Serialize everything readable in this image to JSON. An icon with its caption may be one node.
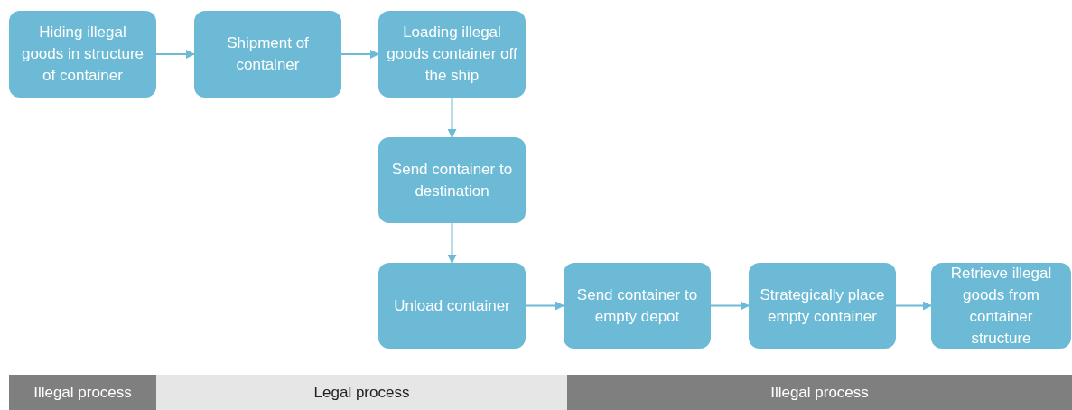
{
  "diagram": {
    "nodes": [
      {
        "text": [
          "Hiding illegal goods in structure of container"
        ]
      },
      {
        "text": [
          "Shipment of container"
        ]
      },
      {
        "text": [
          "Loading illegal goods container off the ship"
        ]
      },
      {
        "text": [
          "Send container to destination"
        ]
      },
      {
        "text": [
          "Unload container"
        ]
      },
      {
        "text": [
          "Send container to empty depot"
        ]
      },
      {
        "text": [
          "Strategically place empty container"
        ]
      },
      {
        "text": [
          "Retrieve illegal goods from container structure"
        ]
      },
      {
        "text": [
          "Illegal process"
        ]
      },
      {
        "text": [
          "Legal process"
        ]
      },
      {
        "text": [
          "Illegal process"
        ]
      }
    ],
    "edges": [
      {
        "from": 0,
        "to": 1,
        "arrow": "to"
      },
      {
        "from": 1,
        "to": 2,
        "arrow": "to"
      },
      {
        "from": 2,
        "to": 3,
        "arrow": "to"
      },
      {
        "from": 3,
        "to": 4,
        "arrow": "to"
      },
      {
        "from": 4,
        "to": 5,
        "arrow": "to"
      },
      {
        "from": 5,
        "to": 6,
        "arrow": "to"
      },
      {
        "from": 6,
        "to": 7,
        "arrow": "to"
      }
    ]
  }
}
